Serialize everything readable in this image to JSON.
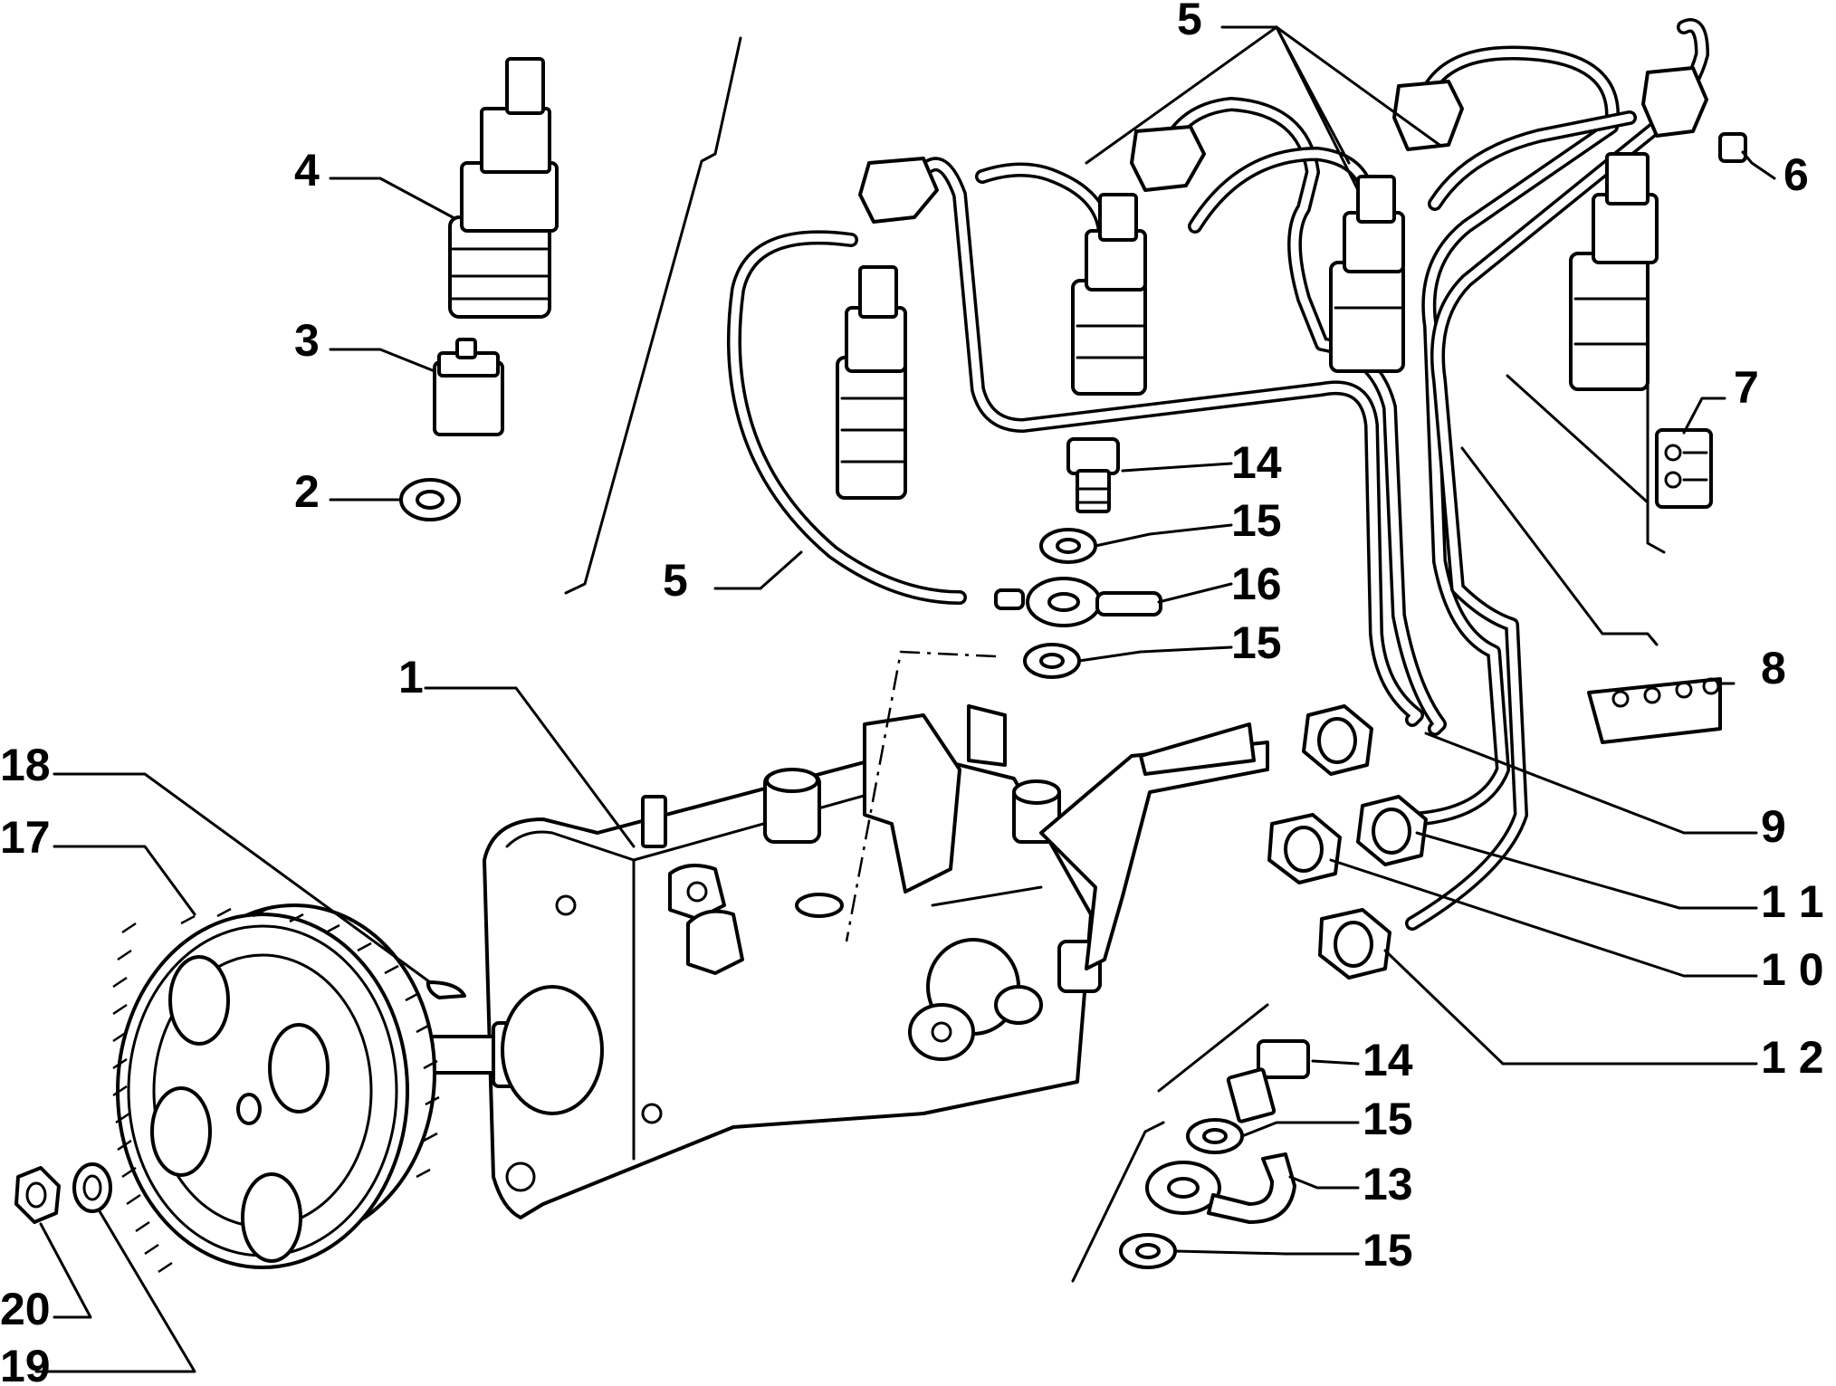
{
  "diagram": {
    "labels": {
      "l1": "1",
      "l2": "2",
      "l3": "3",
      "l4": "4",
      "l5a": "5",
      "l5b": "5",
      "l6": "6",
      "l7": "7",
      "l8": "8",
      "l9": "9",
      "l10": "1 0",
      "l11": "1 1",
      "l12": "1 2",
      "l13": "13",
      "l14a": "14",
      "l14b": "14",
      "l15a": "15",
      "l15b": "15",
      "l15c": "15",
      "l15d": "15",
      "l16": "16",
      "l17": "17",
      "l18": "18",
      "l19": "19",
      "l20": "20"
    }
  }
}
